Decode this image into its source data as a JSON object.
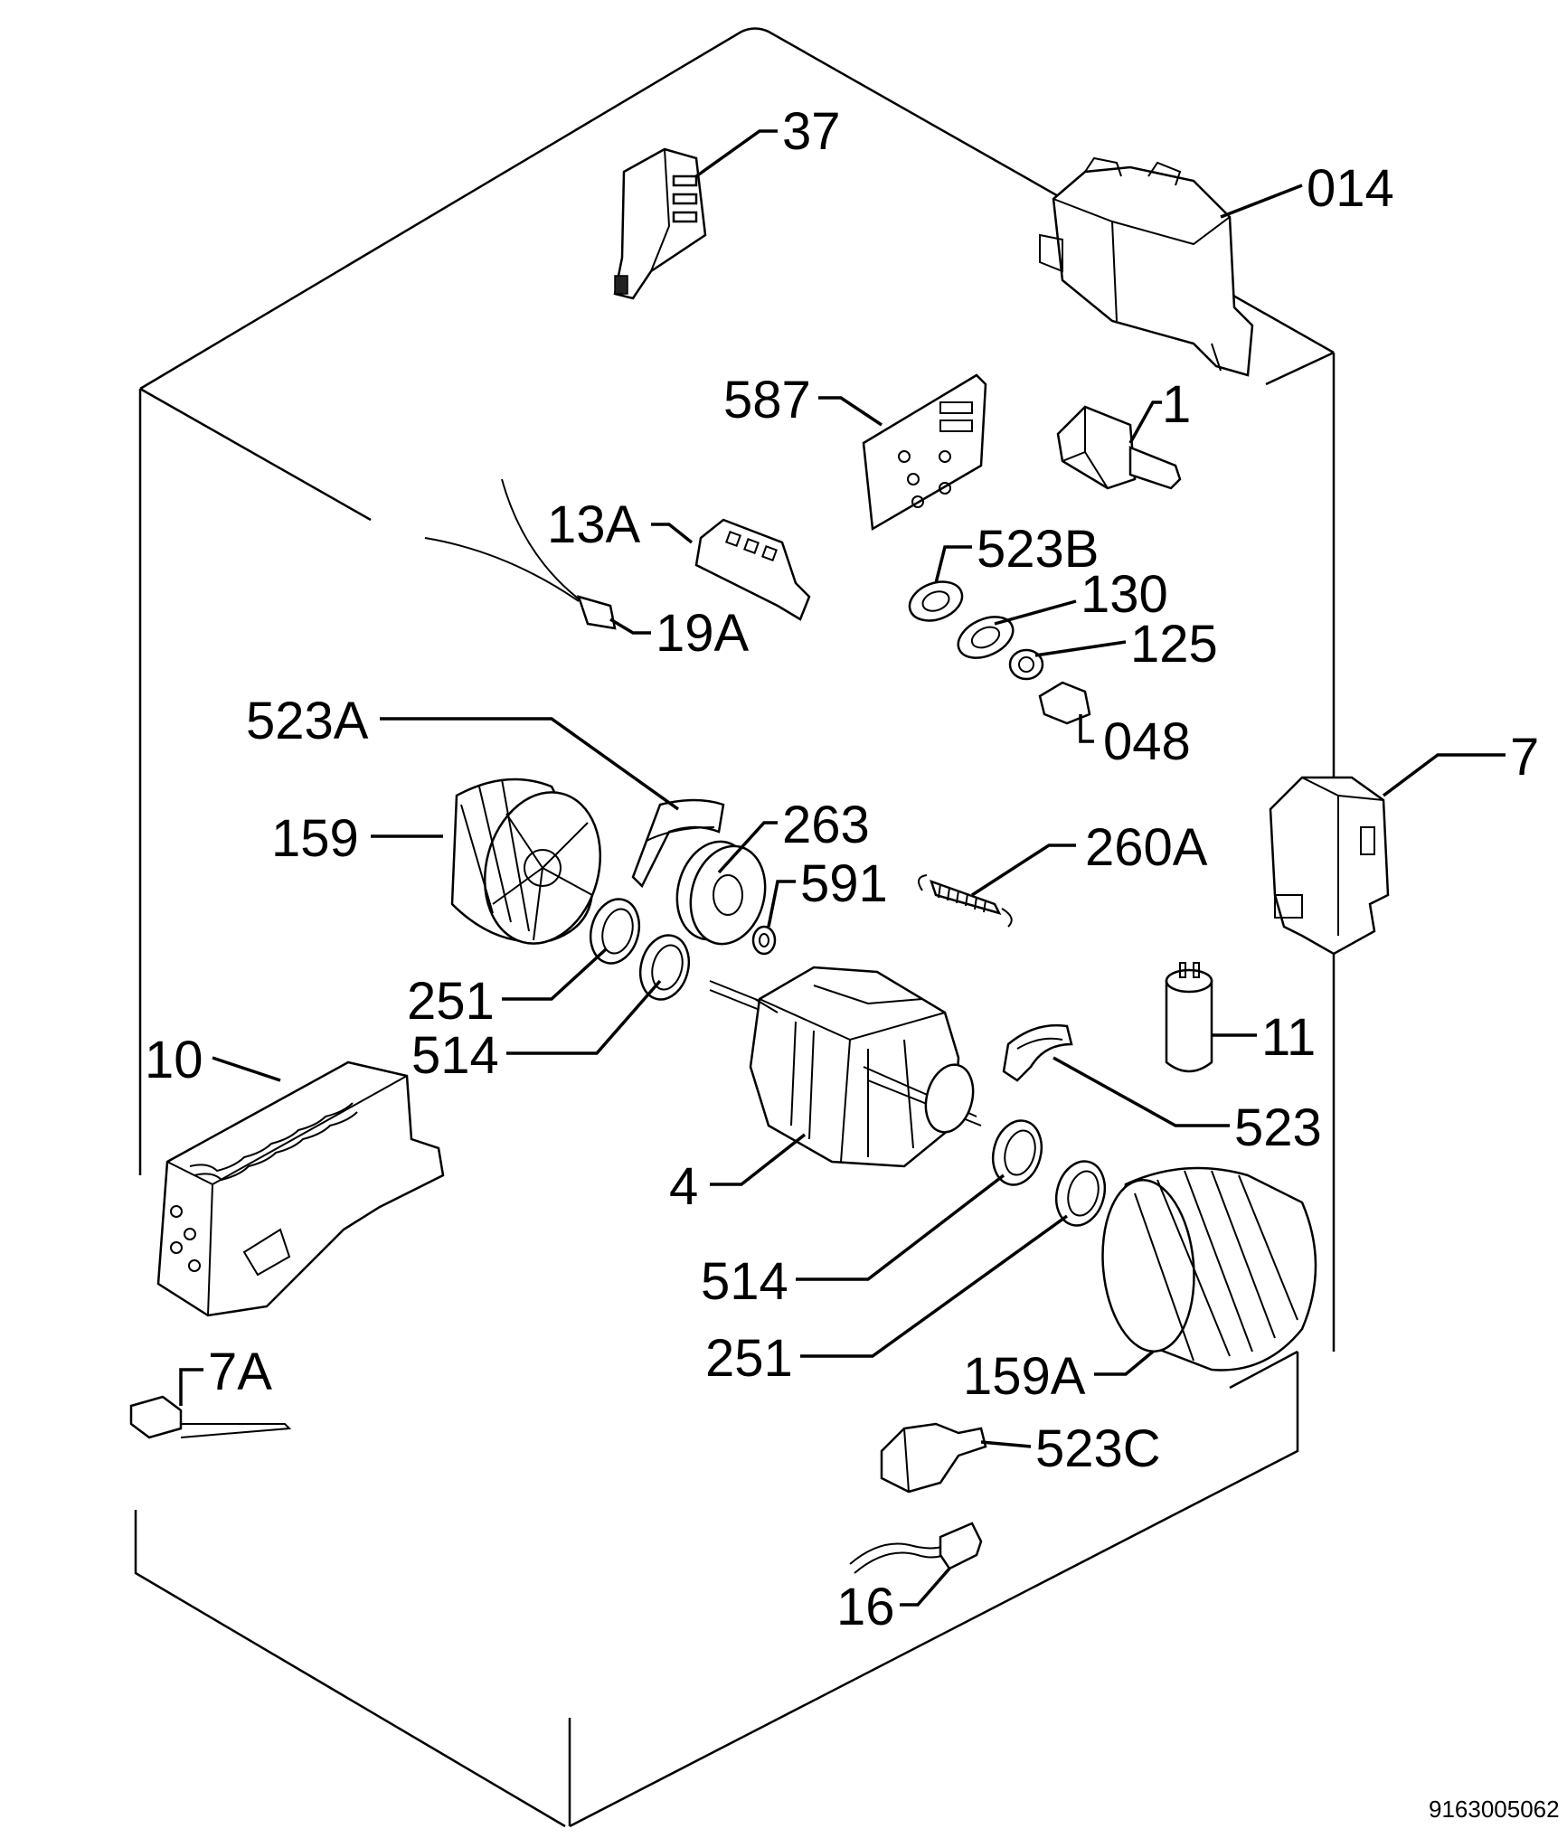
{
  "document_number": "9163005062",
  "parts": [
    {
      "id": "p37",
      "label": "37"
    },
    {
      "id": "p014",
      "label": "014"
    },
    {
      "id": "p587",
      "label": "587"
    },
    {
      "id": "p1",
      "label": "1"
    },
    {
      "id": "p13A",
      "label": "13A"
    },
    {
      "id": "p19A",
      "label": "19A"
    },
    {
      "id": "p523B",
      "label": "523B"
    },
    {
      "id": "p130",
      "label": "130"
    },
    {
      "id": "p125",
      "label": "125"
    },
    {
      "id": "p048",
      "label": "048"
    },
    {
      "id": "p523A",
      "label": "523A"
    },
    {
      "id": "p7",
      "label": "7"
    },
    {
      "id": "p159",
      "label": "159"
    },
    {
      "id": "p263",
      "label": "263"
    },
    {
      "id": "p260A",
      "label": "260A"
    },
    {
      "id": "p591",
      "label": "591"
    },
    {
      "id": "p251a",
      "label": "251"
    },
    {
      "id": "p514a",
      "label": "514"
    },
    {
      "id": "p11",
      "label": "11"
    },
    {
      "id": "p10",
      "label": "10"
    },
    {
      "id": "p523",
      "label": "523"
    },
    {
      "id": "p4",
      "label": "4"
    },
    {
      "id": "p514b",
      "label": "514"
    },
    {
      "id": "p251b",
      "label": "251"
    },
    {
      "id": "p159A",
      "label": "159A"
    },
    {
      "id": "p7A",
      "label": "7A"
    },
    {
      "id": "p523C",
      "label": "523C"
    },
    {
      "id": "p16",
      "label": "16"
    }
  ]
}
